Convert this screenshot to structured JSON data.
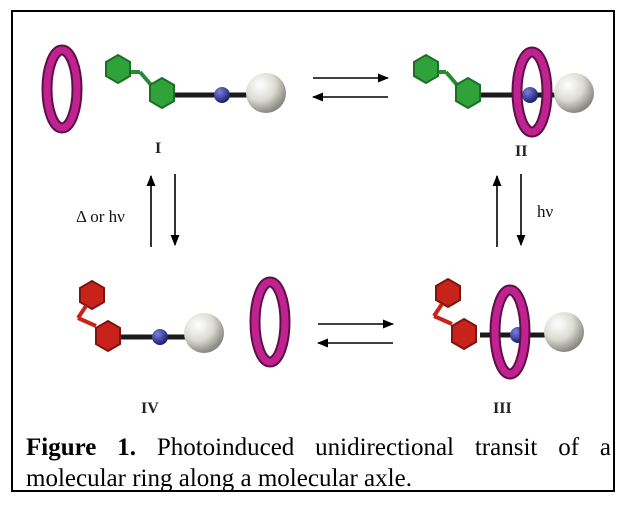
{
  "states": {
    "I": "I",
    "II": "II",
    "III": "III",
    "IV": "IV"
  },
  "conditions": {
    "left": "Δ or hν",
    "right": "hν"
  },
  "caption": {
    "label": "Figure 1.",
    "text": " Photoinduced unidirectional transit of a molecular ring along a molecular axle."
  },
  "colors": {
    "ring": "#c0228f",
    "green_unit": "#2fa33a",
    "red_unit": "#c8231b",
    "station": "#2a2f9a",
    "stopper": "#d8d8d0"
  }
}
